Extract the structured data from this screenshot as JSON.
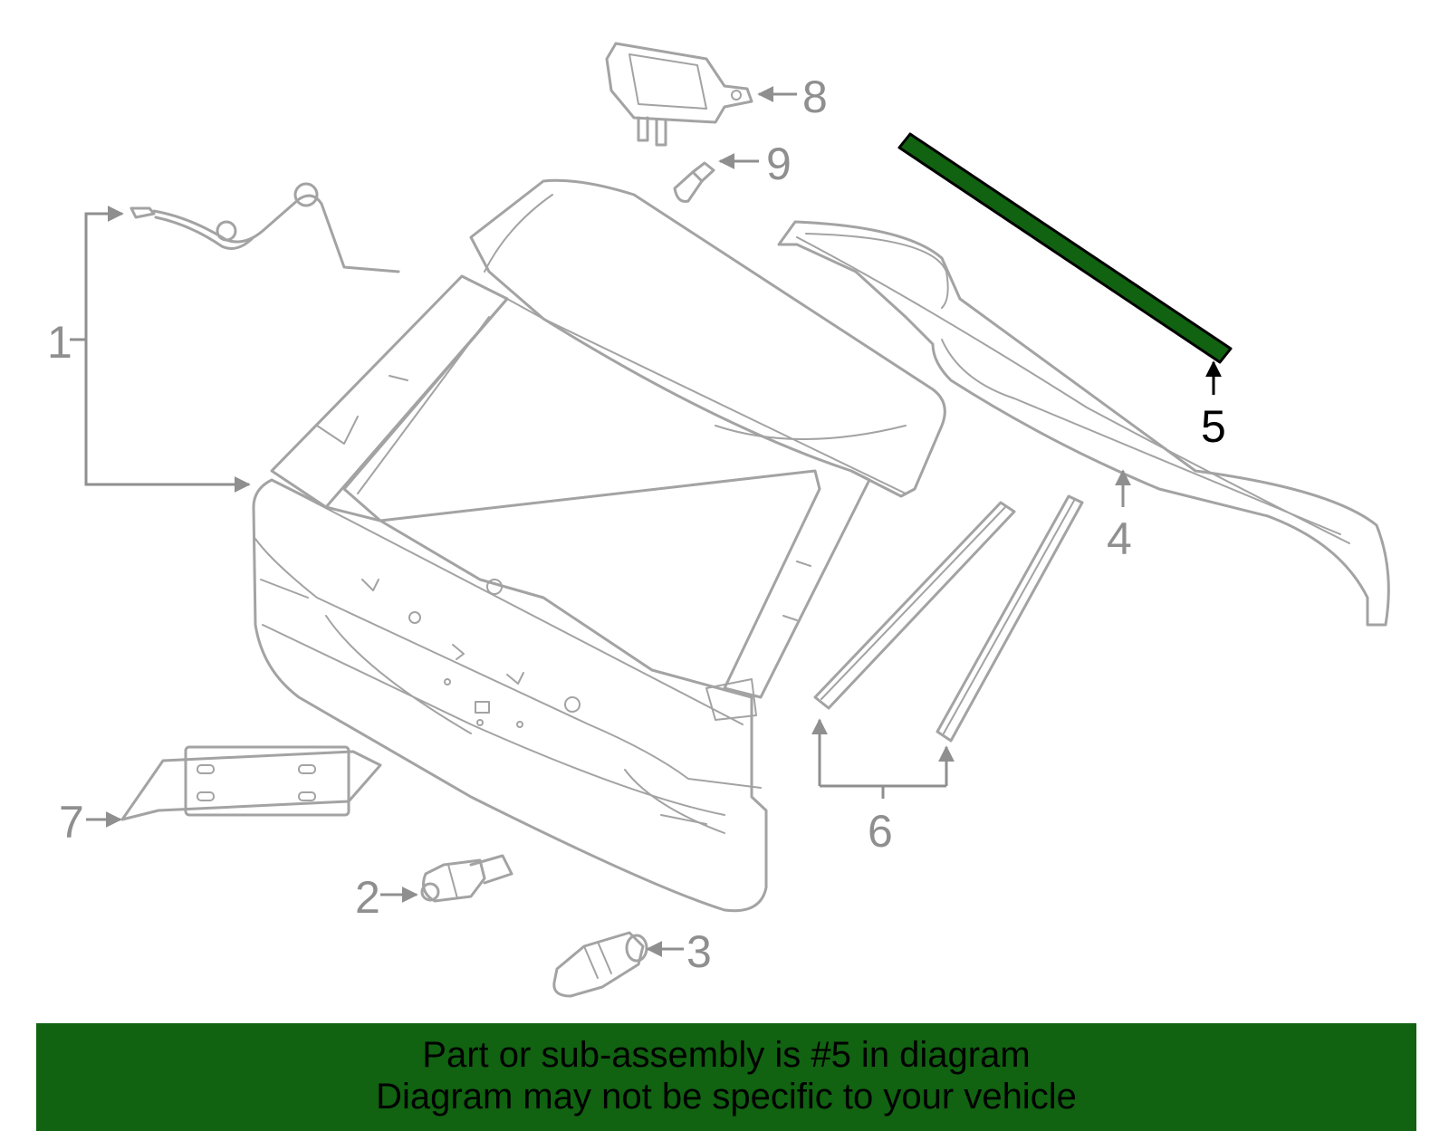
{
  "diagram": {
    "highlight_color": "#116211",
    "highlighted_part": "5",
    "callouts": [
      "1",
      "2",
      "3",
      "4",
      "5",
      "6",
      "7",
      "8",
      "9"
    ]
  },
  "banner": {
    "line1": "Part or sub-assembly is #5 in diagram",
    "line2": "Diagram may not be specific to your vehicle",
    "background": "#116211"
  }
}
